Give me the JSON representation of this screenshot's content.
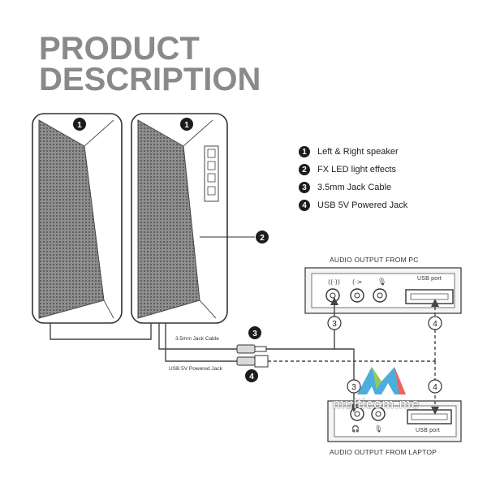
{
  "title": {
    "line1": "PRODUCT",
    "line2": "DESCRIPTION"
  },
  "legend": [
    {
      "num": "1",
      "text": "Left & Right speaker"
    },
    {
      "num": "2",
      "text": "FX LED light effects"
    },
    {
      "num": "3",
      "text": "3.5mm Jack Cable"
    },
    {
      "num": "4",
      "text": "USB 5V Powered Jack"
    }
  ],
  "callouts": {
    "speaker": "1",
    "led": "2",
    "jack": "3",
    "usb": "4"
  },
  "pc": {
    "label": "AUDIO OUTPUT FROM PC",
    "usb_label": "USB port"
  },
  "laptop": {
    "label": "AUDIO OUTPUT FROM LAPTOP",
    "usb_label": "USB port"
  },
  "cables": {
    "jack": "3.5mm Jack Cable",
    "usb": "USB 5V Powered Jack"
  },
  "watermark": "multicom.me"
}
